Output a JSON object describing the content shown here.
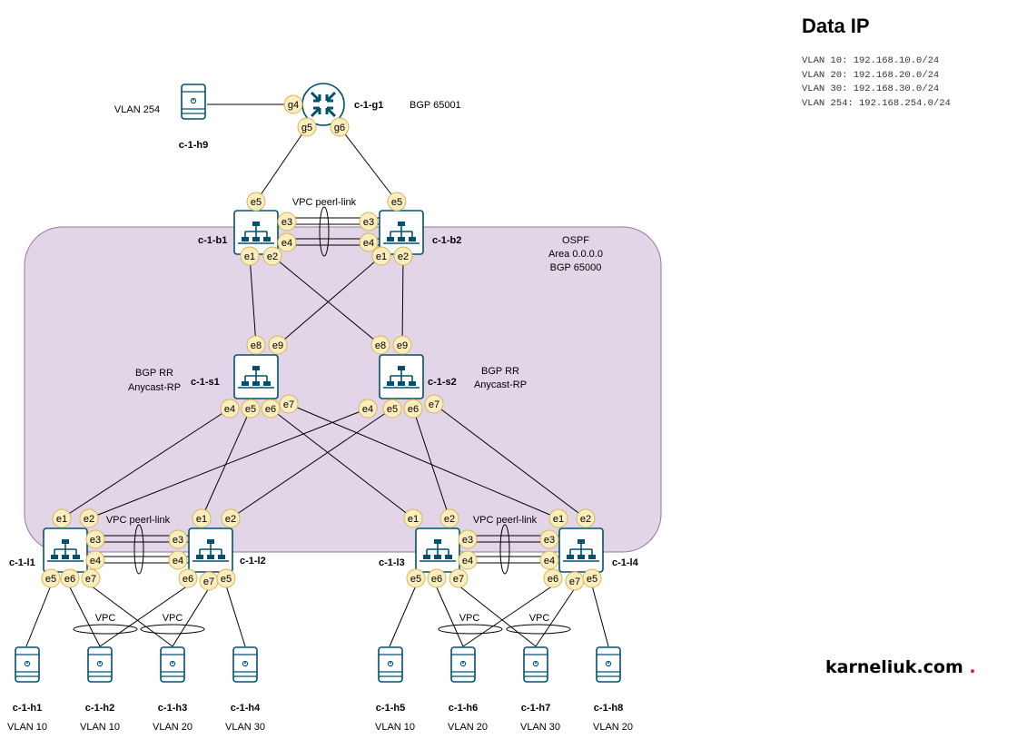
{
  "info": {
    "title": "Data IP",
    "lines": [
      "VLAN 10: 192.168.10.0/24",
      "VLAN 20: 192.168.20.0/24",
      "VLAN 30: 192.168.30.0/24",
      "VLAN 254: 192.168.254.0/24"
    ]
  },
  "brand": {
    "name": "karneliuk.com",
    "dot": "."
  },
  "colors": {
    "fabric_area": "#e1d5e7",
    "fabric_border": "#9673a6",
    "port_fill": "#fbedbd",
    "port_border": "#d6b656",
    "device_blue": "#005073"
  },
  "fabric_area": {
    "labels": [
      "OSPF",
      "Area 0.0.0.0",
      "BGP 65000"
    ]
  },
  "gateway": {
    "name": "c-1-g1",
    "asn": "BGP 65001",
    "icon": "router-icon"
  },
  "switches": [
    {
      "id": "b1",
      "name": "c-1-b1",
      "icon": "switch-icon"
    },
    {
      "id": "b2",
      "name": "c-1-b2",
      "icon": "switch-icon"
    },
    {
      "id": "s1",
      "name": "c-1-s1",
      "icon": "switch-icon",
      "role": [
        "BGP RR",
        "Anycast-RP"
      ]
    },
    {
      "id": "s2",
      "name": "c-1-s2",
      "icon": "switch-icon",
      "role": [
        "BGP RR",
        "Anycast-RP"
      ]
    },
    {
      "id": "l1",
      "name": "c-1-l1",
      "icon": "switch-icon"
    },
    {
      "id": "l2",
      "name": "c-1-l2",
      "icon": "switch-icon"
    },
    {
      "id": "l3",
      "name": "c-1-l3",
      "icon": "switch-icon"
    },
    {
      "id": "l4",
      "name": "c-1-l4",
      "icon": "switch-icon"
    }
  ],
  "hosts": [
    {
      "id": "h1",
      "name": "c-1-h1",
      "vlan": "VLAN 10",
      "icon": "server-icon"
    },
    {
      "id": "h2",
      "name": "c-1-h2",
      "vlan": "VLAN 10",
      "icon": "server-icon"
    },
    {
      "id": "h3",
      "name": "c-1-h3",
      "vlan": "VLAN 20",
      "icon": "server-icon"
    },
    {
      "id": "h4",
      "name": "c-1-h4",
      "vlan": "VLAN 30",
      "icon": "server-icon"
    },
    {
      "id": "h5",
      "name": "c-1-h5",
      "vlan": "VLAN 10",
      "icon": "server-icon"
    },
    {
      "id": "h6",
      "name": "c-1-h6",
      "vlan": "VLAN 20",
      "icon": "server-icon"
    },
    {
      "id": "h7",
      "name": "c-1-h7",
      "vlan": "VLAN 30",
      "icon": "server-icon"
    },
    {
      "id": "h8",
      "name": "c-1-h8",
      "vlan": "VLAN 20",
      "icon": "server-icon"
    },
    {
      "id": "h9",
      "name": "c-1-h9",
      "vlan": "VLAN 254",
      "icon": "server-icon"
    }
  ],
  "link_labels": {
    "peerlink": "VPC peerl-link",
    "vpc": "VPC"
  },
  "ports": {
    "g1": [
      "g4",
      "g5",
      "g6"
    ],
    "b1": [
      "e5",
      "e3",
      "e4",
      "e1",
      "e2"
    ],
    "b2": [
      "e5",
      "e3",
      "e4",
      "e1",
      "e2"
    ],
    "s1": [
      "e8",
      "e9",
      "e4",
      "e5",
      "e6",
      "e7"
    ],
    "s2": [
      "e8",
      "e9",
      "e4",
      "e5",
      "e6",
      "e7"
    ],
    "l1": [
      "e1",
      "e2",
      "e3",
      "e4",
      "e5",
      "e6",
      "e7"
    ],
    "l2": [
      "e1",
      "e2",
      "e3",
      "e4",
      "e6",
      "e7",
      "e5"
    ],
    "l3": [
      "e1",
      "e2",
      "e3",
      "e4",
      "e5",
      "e6",
      "e7"
    ],
    "l4": [
      "e1",
      "e2",
      "e3",
      "e4",
      "e6",
      "e7",
      "e5"
    ]
  }
}
